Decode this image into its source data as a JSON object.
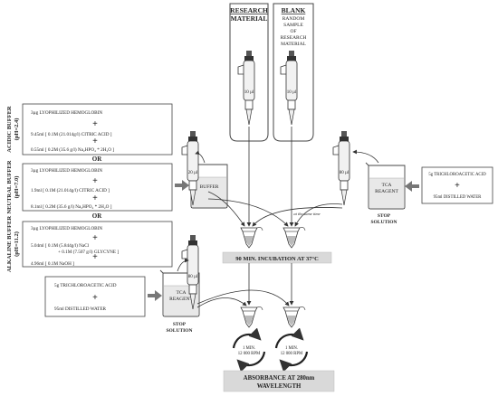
{
  "samples": {
    "research": [
      "RESEARCH",
      "MATERIAL"
    ],
    "blank_title": "BLANK",
    "blank_desc": [
      "RANDOM",
      "SAMPLE",
      "OF",
      "RESEARCH",
      "MATERIAL"
    ]
  },
  "pipette_vol_10": "10 µl",
  "pipette_vol_20": "20 µl",
  "pipette_vol_80": "80 µl",
  "buffers": {
    "acidic": {
      "side_label": "ACIDIC BUFFER",
      "ph": "(pH=2.4)",
      "hemoglobin": "3µg LYOPHILIZED HEMOGLOBIN",
      "line1": "9.45ml [ 0.1M (21.014g/l) CITRIC ACID ]",
      "line2": "0.55ml [ 0.2M (35.6 g/l) Na₂HPO₄ * 2H₂O ]"
    },
    "neutral": {
      "side_label": "NEUTRAL BUFFER",
      "ph": "(pH=7.0)",
      "hemoglobin": "3µg LYOPHILIZED HEMOGLOBIN",
      "line1": "1.9ml [ 0.1M (21.014g/l) CITRIC ACID ]",
      "line2": "8.1ml [ 0.2M (35.6 g/l) Na₂HPO₄ * 2H₂O ]"
    },
    "alkaline": {
      "side_label": "ALKALINE BUFFER",
      "ph": "(pH=11.2)",
      "hemoglobin": "3µg LYOPHILIZED HEMOGLOBIN",
      "line1a": "5.04ml [ 0.1M (5.844g/l) NaCl",
      "line1b": "+ 0.1M (7.507 g/l) GLYCYNE ]",
      "line2": "4.96ml [ 0.1M NaOH ]"
    }
  },
  "or_label": "OR",
  "plus": "+",
  "beaker_buffer": "BUFFER",
  "tca_reagent": [
    "TCA",
    "REAGENT"
  ],
  "stop_solution": [
    "STOP",
    "SOLUTION"
  ],
  "tca_recipe": {
    "line1": "5g TRICHLOROACETIC ACID",
    "line2": "95ml DISTILLED WATER"
  },
  "same_time": "at the same time",
  "incubation": "90 MIN. INCUBATION AT 37°C",
  "centrifuge": [
    "1 MIN.",
    "12 000 RPM"
  ],
  "absorbance": [
    "ABSORBANCE AT 280nm",
    "WAVELENGTH"
  ]
}
